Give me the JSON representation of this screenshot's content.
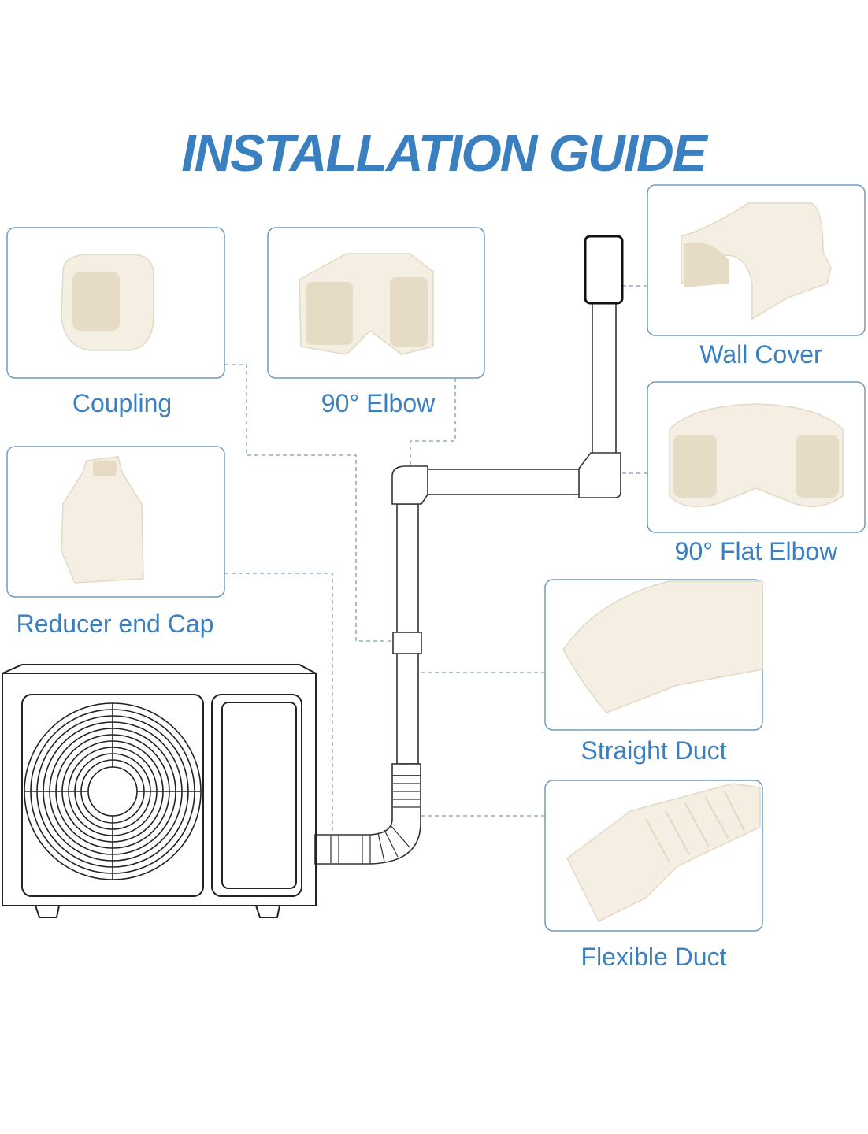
{
  "title": "INSTALLATION GUIDE",
  "parts": {
    "coupling": "Coupling",
    "elbow_90": "90° Elbow",
    "wall_cover": "Wall Cover",
    "flat_elbow_90": "90° Flat Elbow",
    "reducer_end_cap": "Reducer end Cap",
    "straight_duct": "Straight Duct",
    "flexible_duct": "Flexible Duct"
  },
  "colors": {
    "accent": "#3a7fbf",
    "box_border": "#6f9bbf"
  }
}
